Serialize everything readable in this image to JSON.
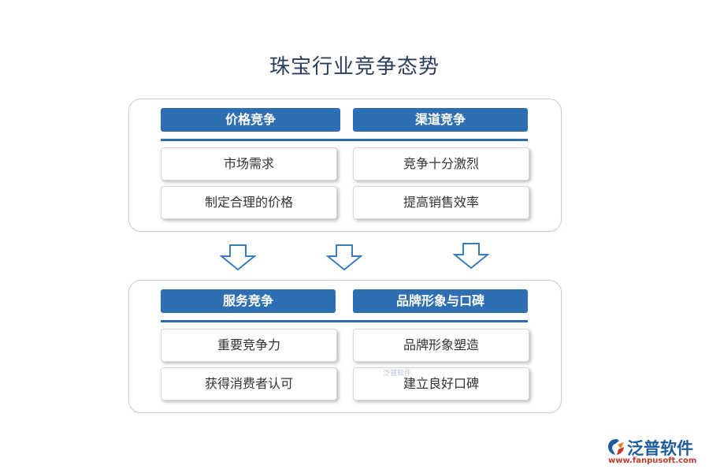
{
  "title": "珠宝行业竞争态势",
  "top_panel": {
    "left_header": "价格竞争",
    "right_header": "渠道竞争",
    "left_items": [
      "市场需求",
      "制定合理的价格"
    ],
    "right_items": [
      "竞争十分激烈",
      "提高销售效率"
    ]
  },
  "bottom_panel": {
    "left_header": "服务竞争",
    "right_header": "品牌形象与口碑",
    "left_items": [
      "重要竞争力",
      "获得消费者认可"
    ],
    "right_items": [
      "品牌形象塑造",
      "建立良好口碑"
    ]
  },
  "watermark": "泛普软件",
  "logo": {
    "name": "泛普软件",
    "url": "www.fanpusoft.com"
  },
  "colors": {
    "header_bg": "#2e6fb4",
    "rule": "#2b6cb0",
    "arrow_stroke": "#3a7cc0",
    "title": "#2b3d5c"
  }
}
